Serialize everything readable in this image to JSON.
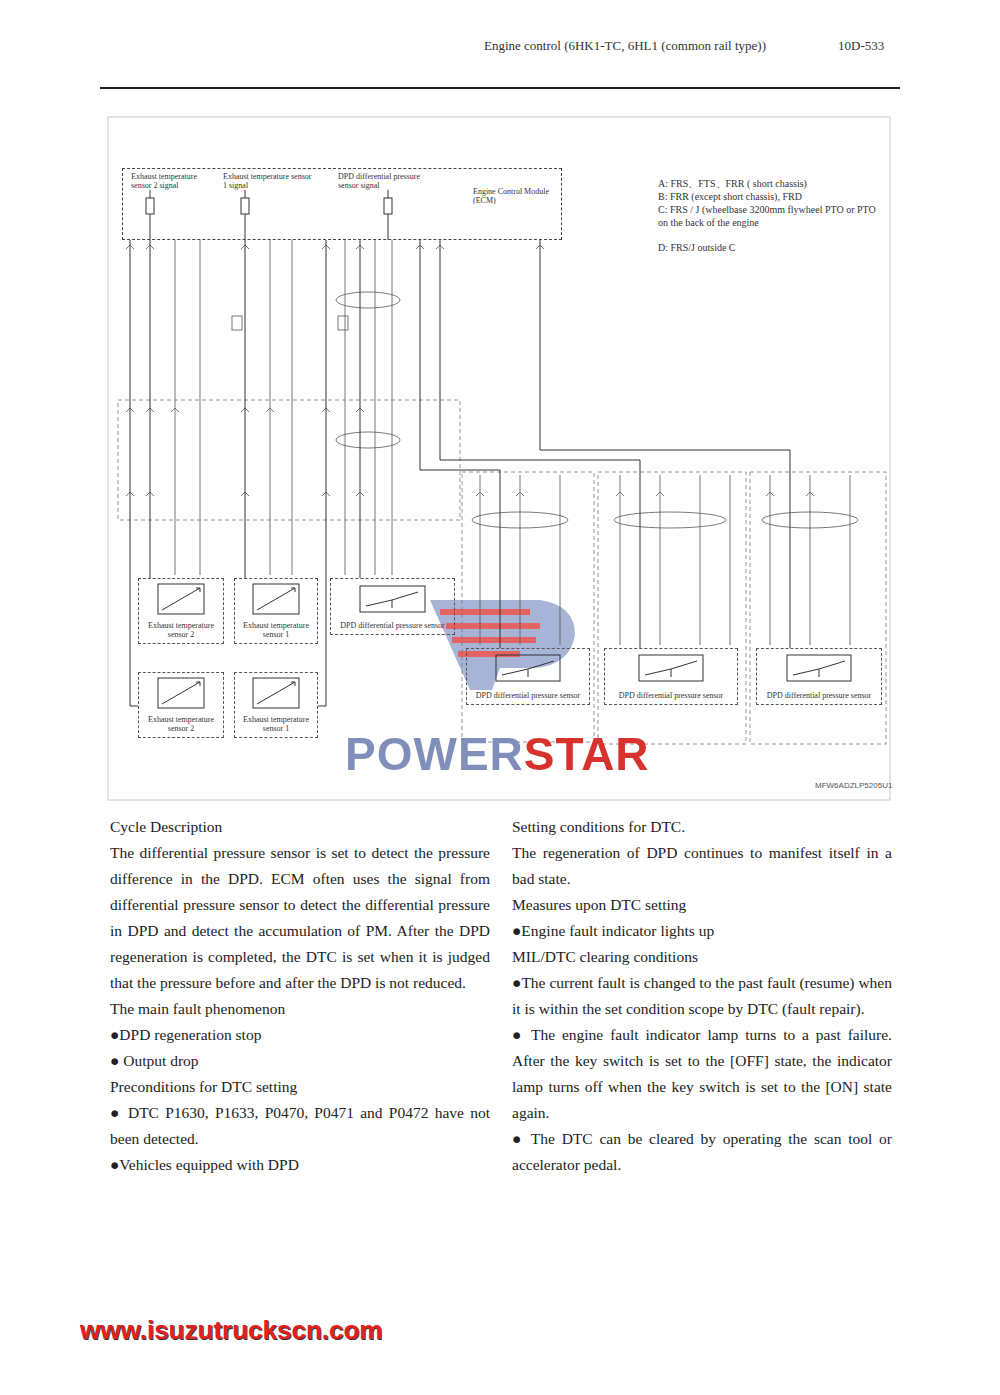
{
  "diagram": {
    "nodes": [
      {
        "text": [
          "Exhaust temperature sensor 2 signal",
          "Exhaust temperature sensor 1 signal",
          "DPD differential pressure sensor signal",
          "Engine Control Module (ECM)"
        ]
      },
      {
        "text": [
          "Exhaust temperature sensor 2"
        ]
      },
      {
        "text": [
          "Exhaust temperature sensor 1"
        ]
      },
      {
        "text": [
          "DPD differential pressure sensor"
        ]
      },
      {
        "text": [
          "Exhaust temperature sensor 2"
        ]
      },
      {
        "text": [
          "Exhaust temperature sensor 1"
        ]
      },
      {
        "text": [
          "DPD differential pressure sensor"
        ]
      },
      {
        "text": [
          "DPD differential pressure sensor"
        ]
      },
      {
        "text": [
          "DPD differential pressure sensor"
        ]
      }
    ],
    "edges": [
      {
        "from": 0,
        "to": 1,
        "arrow": "none"
      },
      {
        "from": 0,
        "to": 2,
        "arrow": "none"
      },
      {
        "from": 0,
        "to": 3,
        "arrow": "none"
      },
      {
        "from": 0,
        "to": 4,
        "arrow": "none"
      },
      {
        "from": 0,
        "to": 5,
        "arrow": "none"
      },
      {
        "from": 0,
        "to": 6,
        "arrow": "none"
      },
      {
        "from": 0,
        "to": 7,
        "arrow": "none"
      },
      {
        "from": 0,
        "to": 8,
        "arrow": "none"
      }
    ],
    "labels": [
      "Engine control (6HK1-TC, 6HL1 (common rail type))",
      "10D-533",
      "A: FRS、FTS、FRR ( short chassis)",
      "B: FRR (except short chassis), FRD",
      "C: FRS / J (wheelbase 3200mm flywheel PTO or PTO on the back of the engine",
      "D: FRS/J outside C",
      "POWERSTAR",
      "MFW6ADZLP5205U1",
      "Cycle Description",
      "The differential pressure sensor is set to detect the pressure difference in the DPD. ECM often uses the signal from differential pressure sensor to detect the differential pressure in DPD and detect the accumulation of PM. After the DPD regeneration is completed, the DTC is set when it is judged that the pressure before and after the DPD is not reduced.",
      "The main fault phenomenon",
      "●DPD regeneration stop",
      "● Output drop",
      "Preconditions for DTC setting",
      "● DTC P1630, P1633, P0470, P0471 and P0472 have not been detected.",
      "●Vehicles equipped with DPD",
      "Setting conditions for DTC.",
      "The regeneration of DPD continues to manifest itself in a bad state.",
      "Measures upon DTC setting",
      "●Engine fault indicator lights up",
      "MIL/DTC clearing conditions",
      "●The current fault is changed to the past fault (resume) when it is within the set condition scope by DTC (fault repair).",
      "● The engine fault indicator lamp turns to a past failure. After the key switch is set to the [OFF] state, the indicator lamp turns off when the key switch is set to the [ON] state again.",
      "● The DTC can be cleared by operating the scan tool or accelerator pedal.",
      "www.isuzutruckscn.com"
    ]
  }
}
